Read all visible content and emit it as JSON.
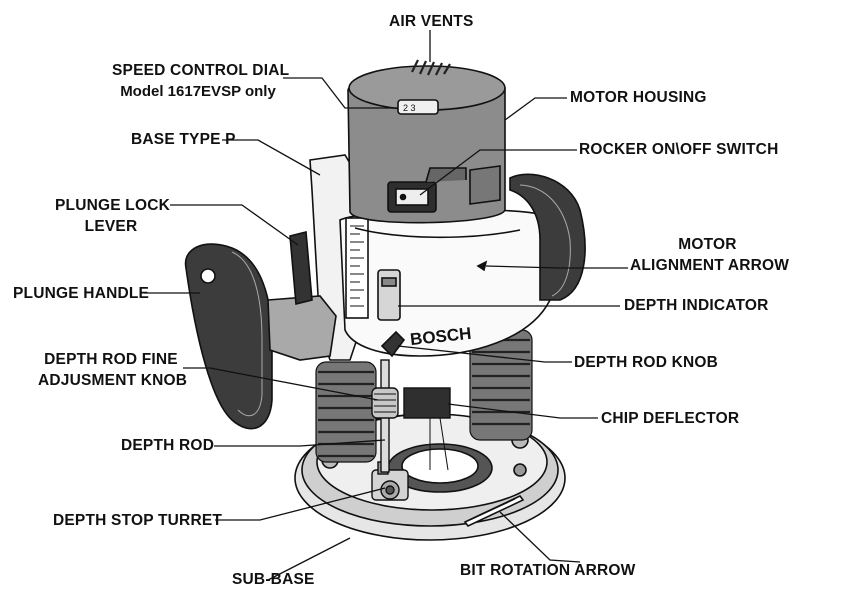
{
  "labels": {
    "air_vents": "AIR VENTS",
    "speed_control_dial": "SPEED CONTROL DIAL",
    "speed_control_model": "Model 1617EVSP only",
    "motor_housing": "MOTOR HOUSING",
    "base_type_p": "BASE TYPE P",
    "rocker_switch": "ROCKER ON\\OFF SWITCH",
    "plunge_lock_lever_1": "PLUNGE LOCK",
    "plunge_lock_lever_2": "LEVER",
    "motor_alignment_arrow_1": "MOTOR",
    "motor_alignment_arrow_2": "ALIGNMENT ARROW",
    "plunge_handle": "PLUNGE HANDLE",
    "depth_indicator": "DEPTH INDICATOR",
    "depth_rod_fine_1": "DEPTH ROD FINE",
    "depth_rod_fine_2": "ADJUSMENT KNOB",
    "depth_rod_knob": "DEPTH ROD KNOB",
    "chip_deflector": "CHIP DEFLECTOR",
    "depth_rod": "DEPTH ROD",
    "depth_stop_turret": "DEPTH STOP TURRET",
    "sub_base": "SUB-BASE",
    "bit_rotation_arrow": "BIT ROTATION ARROW"
  },
  "markings": {
    "brand": "BOSCH",
    "dial_numbers": "2 3"
  },
  "colors": {
    "outline": "#111111",
    "housing_gray": "#8c8c8c",
    "dark_gray": "#3a3a3a",
    "light_gray": "#d9d9d9"
  }
}
